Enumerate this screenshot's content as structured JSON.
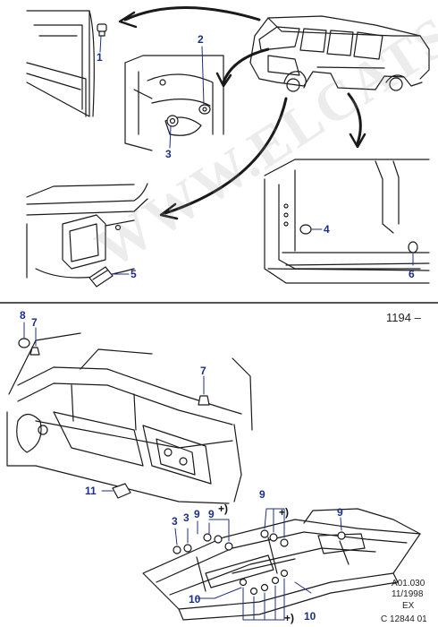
{
  "watermark": "WWW.ELCATS.RU",
  "page_ref": "1194 –",
  "callouts": {
    "c1": "1",
    "c2": "2",
    "c3": "3",
    "c4": "4",
    "c5": "5",
    "c6": "6",
    "c7a": "7",
    "c7b": "7",
    "c8": "8",
    "c9a": "9",
    "c9b": "9",
    "c9c": "9",
    "c9d": "9",
    "c3a": "3",
    "c3b": "3",
    "c10a": "10",
    "c10b": "10",
    "c11": "11",
    "plus1": "+)",
    "plus2": "+)",
    "plus3": "+)"
  },
  "footer": {
    "line1": "A01.030",
    "line2": "11/1998",
    "line3": "EX",
    "line4": "C 12844 01"
  },
  "colors": {
    "callout": "#1c2f86",
    "lines": "#1a1a1a"
  }
}
